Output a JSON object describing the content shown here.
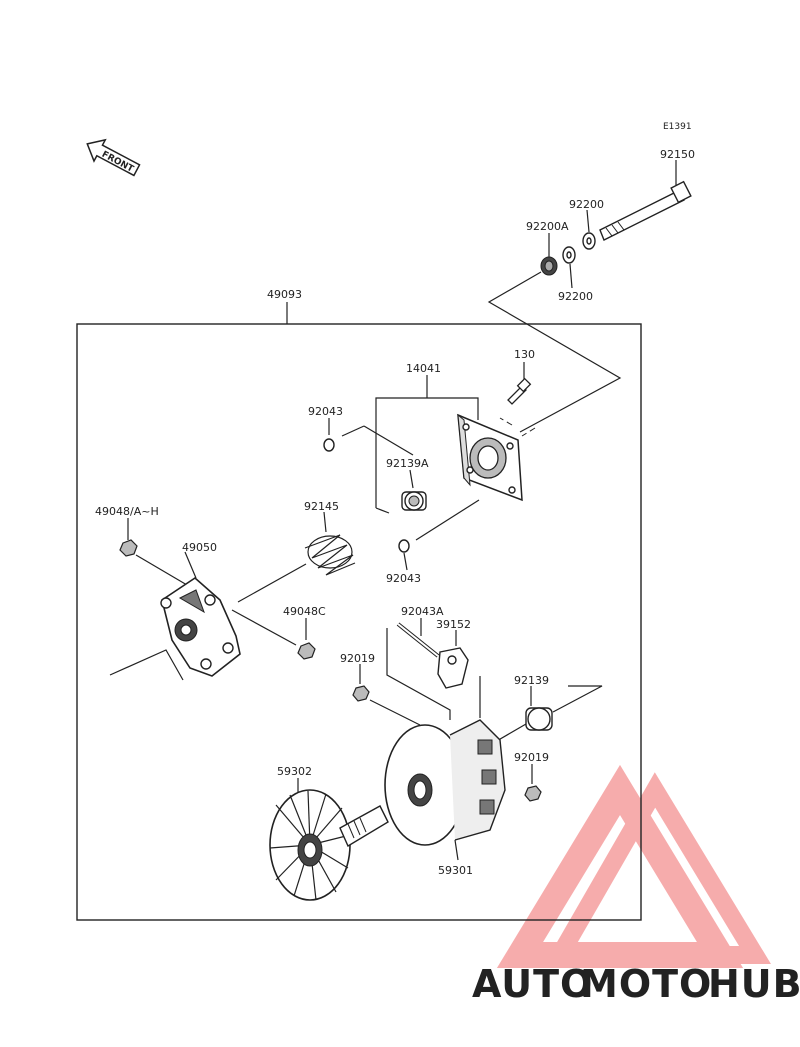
{
  "diagram_code": "E1391",
  "front_label": "FRONT",
  "labels": {
    "p92150": "92150",
    "p92200_top": "92200",
    "p92200A": "92200A",
    "p92200_bottom": "92200",
    "p49093": "49093",
    "p130": "130",
    "p14041": "14041",
    "p92043_top": "92043",
    "p92139A": "92139A",
    "p92145": "92145",
    "p92043_mid": "92043",
    "p49048AH": "49048/A~H",
    "p49050": "49050",
    "p49048C": "49048C",
    "p92043A": "92043A",
    "p39152": "39152",
    "p92019_left": "92019",
    "p92139": "92139",
    "p92019_right": "92019",
    "p59302": "59302",
    "p59301": "59301"
  },
  "watermark": {
    "part1": "AUTO",
    "part2": "MOTO",
    "part3": "HUB",
    "color1": "#f4b860",
    "color2": "#ef7a7a",
    "color3": "#777777",
    "logo_color": "#f06a6a"
  }
}
